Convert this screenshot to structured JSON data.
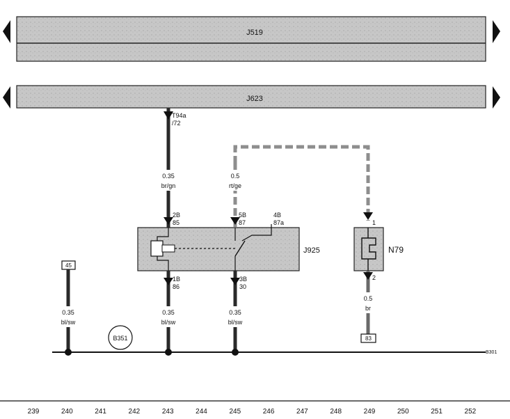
{
  "buses": {
    "top": "J519",
    "second": "J623"
  },
  "connector_top": {
    "pin": "T94a",
    "pin_sub": "/72"
  },
  "wires": {
    "left": {
      "size": "0.35",
      "color": "bl/sw"
    },
    "signal": {
      "size": "0.35",
      "color": "br/gn"
    },
    "feed": {
      "size": "0.5",
      "color": "rt/ge"
    },
    "under_relay_1": {
      "size": "0.35",
      "color": "bl/sw"
    },
    "under_relay_2": {
      "size": "0.35",
      "color": "bl/sw"
    },
    "heater_ground": {
      "size": "0.5",
      "color": "br"
    }
  },
  "relay": {
    "name": "J925",
    "pins": {
      "p2b": "2B",
      "p85": "85",
      "p5b": "5B",
      "p87": "87",
      "p4b": "4B",
      "p87a": "87a",
      "p1b": "1B",
      "p86": "86",
      "p3b": "3B",
      "p30": "30"
    }
  },
  "component": {
    "name": "N79",
    "pin_top": "1",
    "pin_bottom": "2",
    "ground_ref": "83"
  },
  "left_ref": "45",
  "ground_point": "B351",
  "ground_ref_right": "B301",
  "track_numbers": [
    "239",
    "240",
    "241",
    "242",
    "243",
    "244",
    "245",
    "246",
    "247",
    "248",
    "249",
    "250",
    "251",
    "252"
  ],
  "colors": {
    "bus_fill": "#c7c7c7",
    "wire": "#2a2a2a",
    "dashed": "#8e8e8e"
  }
}
